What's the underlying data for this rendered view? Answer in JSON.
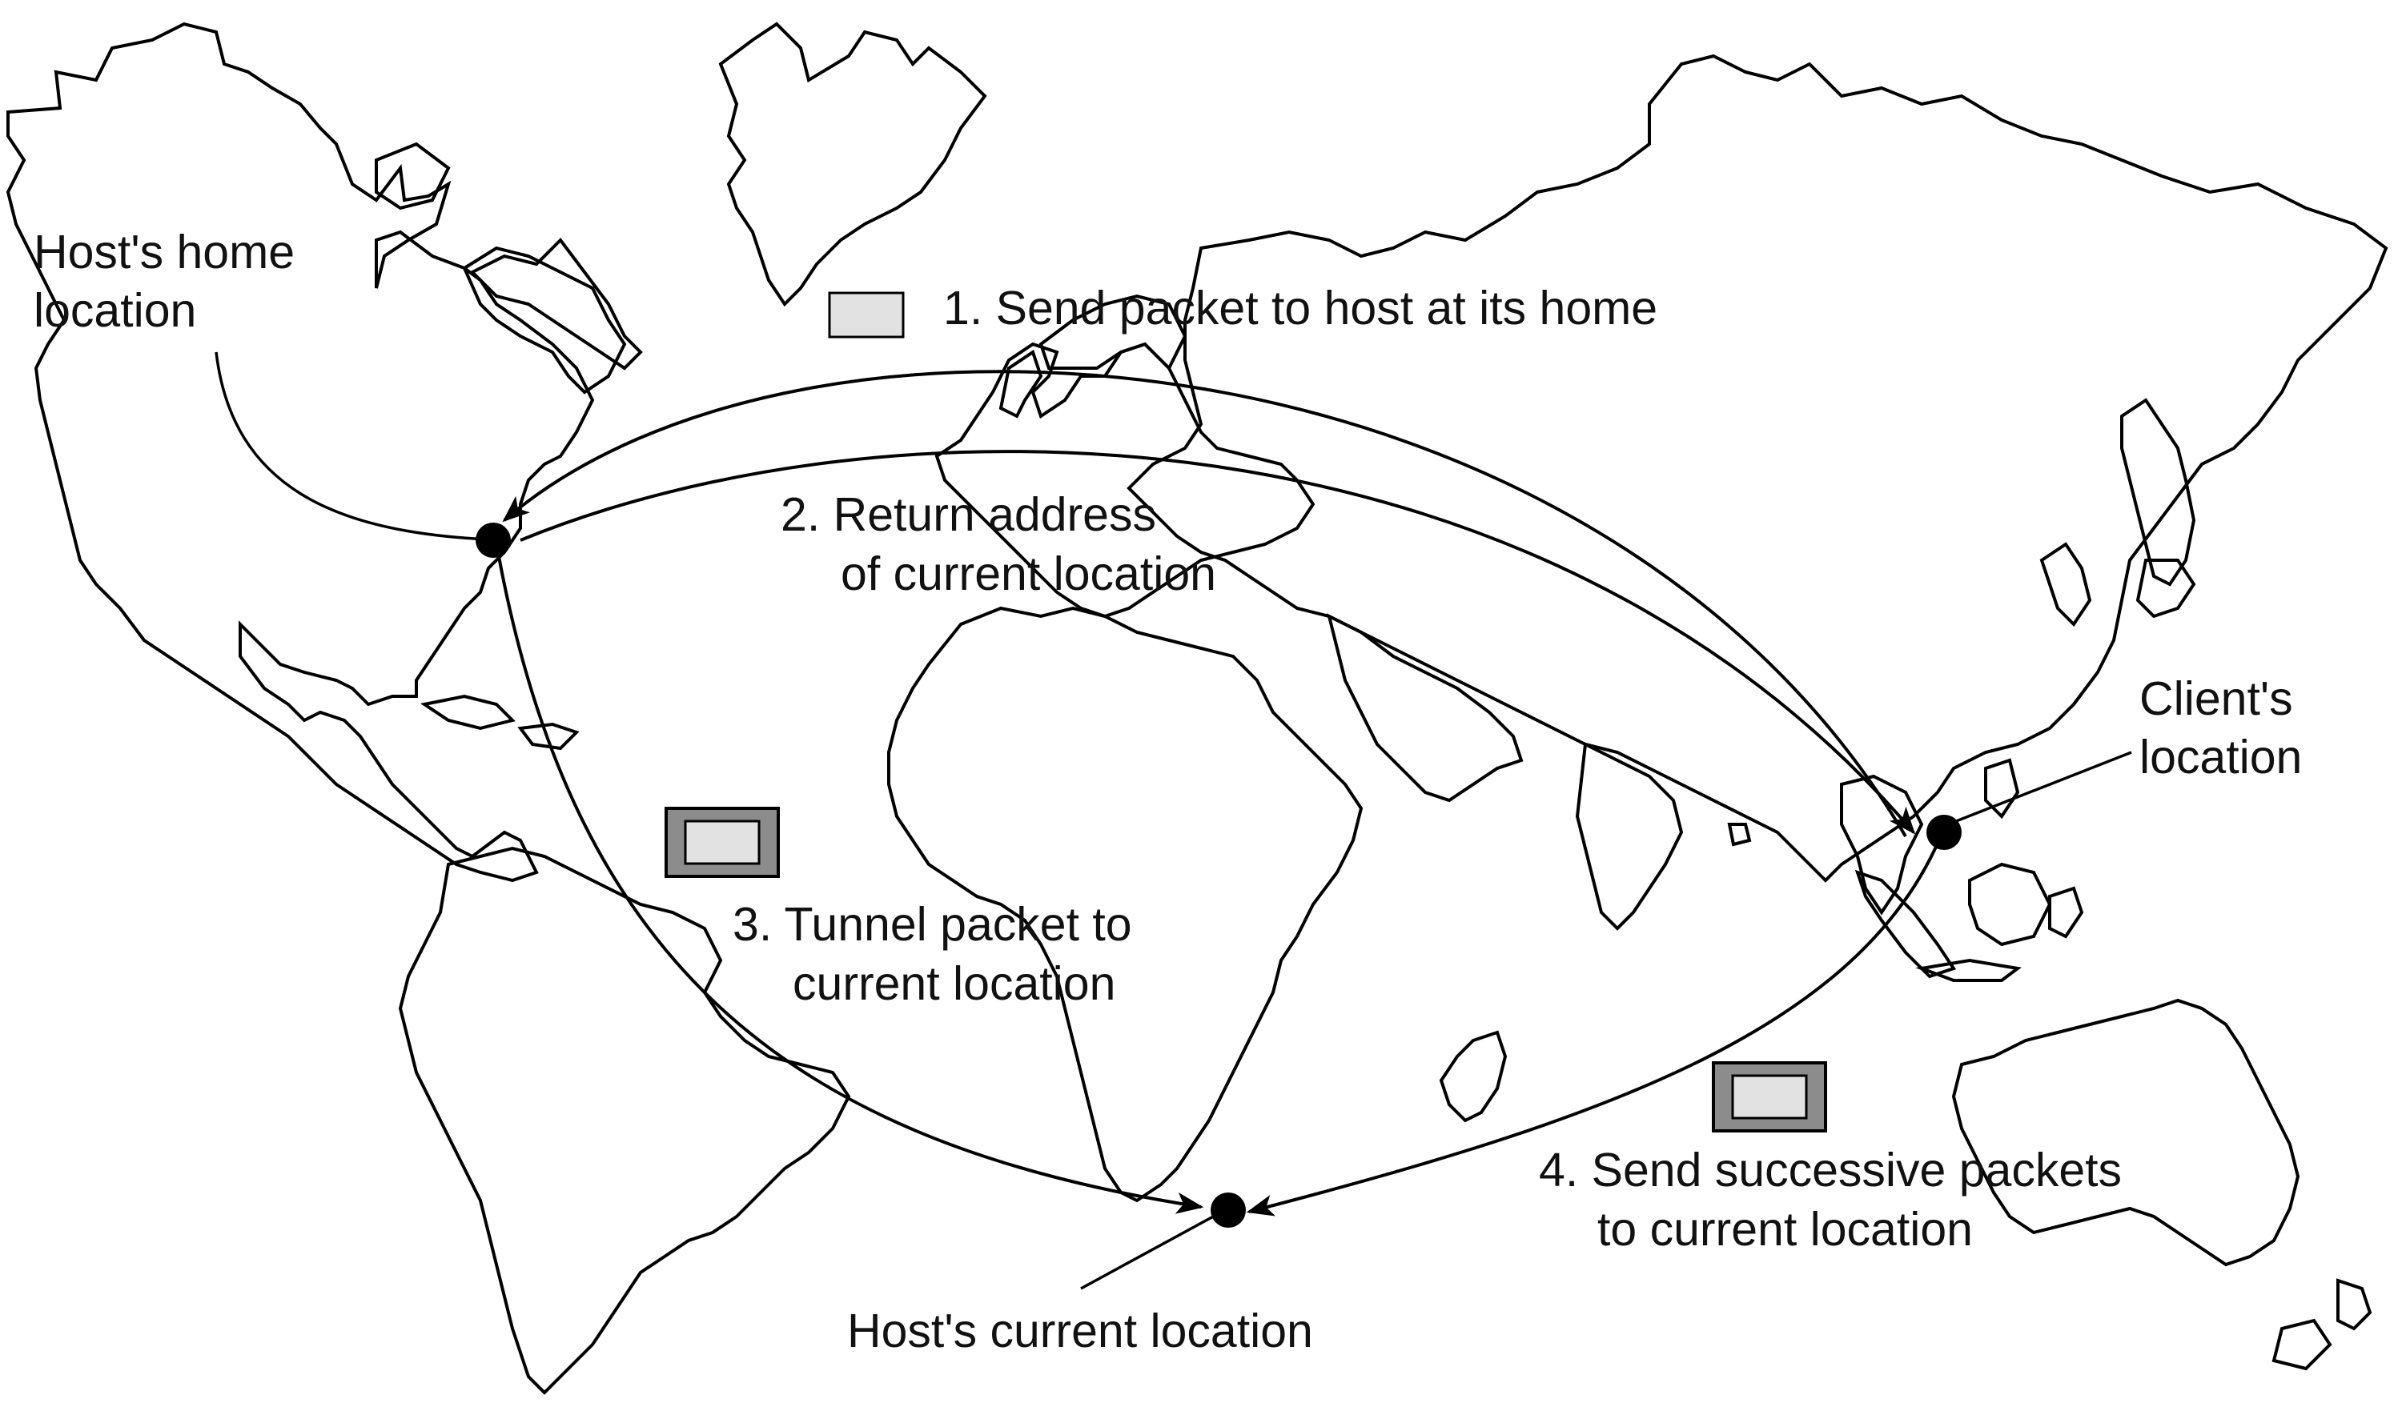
{
  "labels": {
    "home": [
      "Host's home",
      "location"
    ],
    "client": [
      "Client's",
      "location"
    ],
    "current": "Host's current location"
  },
  "steps": {
    "s1": "1. Send packet to host at its home",
    "s2": [
      "2. Return address",
      "of current location"
    ],
    "s3": [
      "3. Tunnel packet to",
      "current location"
    ],
    "s4": [
      "4. Send successive packets",
      "to current location"
    ]
  },
  "colors": {
    "line": "#000000",
    "packet_fill": "#e2e2e2",
    "tunnel_border": "#8c8c8c",
    "background": "#ffffff"
  }
}
